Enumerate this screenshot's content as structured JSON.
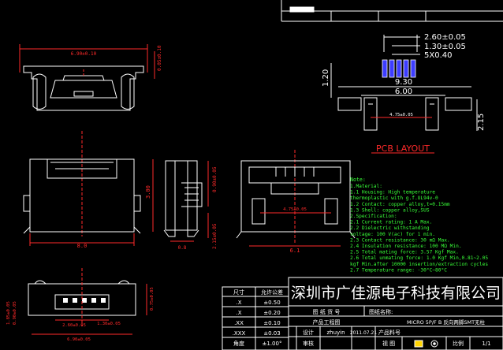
{
  "colors": {
    "background": "#000000",
    "outline": "#ffffff",
    "dimension": "#ff2a2a",
    "pad": "#3d3dff",
    "note": "#38ff38",
    "frame": "#ffffff"
  },
  "top_view": {
    "width_dim": "6.90±0.10",
    "height_dim": "0.05±0.10"
  },
  "pcb": {
    "dims": [
      "2.60±0.05",
      "1.30±0.05",
      "5X0.40"
    ],
    "height_left": "1.20",
    "width_total": "9.30",
    "width_inner": "6.00",
    "center_dim": "4.75±0.05",
    "height_right": "2.15",
    "title": "PCB LAYOUT"
  },
  "front_view": {
    "height_dim": "3.00",
    "width_dim": "8.0"
  },
  "side_view": {
    "dim_a": "0.90±0.05",
    "dim_b": "2.15±0.05",
    "dim_c": "0.8"
  },
  "rear_view": {
    "center_dim": "4.75±0.05",
    "width_dim": "6.1"
  },
  "bottom_view": {
    "left_dims": [
      "1.85±0.05",
      "0.90±0.05"
    ],
    "center_dim": "2.60±0.05",
    "inner_dim": "1.30±0.05",
    "width_dim": "6.90±0.05",
    "right_dim": "0.75±0.05"
  },
  "notes": {
    "heading": "Note:",
    "lines": [
      "1.Material:",
      "  1.1 Housing: High temperature",
      "        thermoplastic with g.f.UL94v-0",
      "  1.2 Contact: copper alloy,t=0.15mm",
      "  1.3 Shell: copper alloy,SUS",
      "2.Specification:",
      "  2.1 Current rating: 1 A Max.",
      "  2.2 Dielectric withstanding",
      "        voltage: 100 V(ac) for 1 min.",
      "  2.3 Contact resistance: 30 mΩ Max.",
      "  2.4 Insulation resistance: 100 MΩ Min.",
      "  2.5 Total mating force: 3.57 Kgf Max.",
      "  2.6 Total unmating force: 1.0 Kgf Min,0.81~2.05",
      "      kgf Min.after 10000 insertion/extraction cycles",
      "  2.7 Temperature range: -30°C~80°C"
    ]
  },
  "tolerance_table": {
    "headers": [
      "尺寸",
      "允许公差"
    ],
    "rows": [
      [
        ".X",
        "±0.50"
      ],
      [
        ".X",
        "±0.20"
      ],
      [
        ".XX",
        "±0.10"
      ],
      [
        ".XXX",
        "±0.03"
      ],
      [
        "角度",
        "±1.00°"
      ]
    ]
  },
  "title_block": {
    "company": "深圳市广佳源电子科技有限公司",
    "drawing_no_label": "图 纸 货 号",
    "drawing_name_label": "图纸名称:",
    "product_label": "产品工程图",
    "product_name": "MICRO 5P/F B 反向两脚SMT无柱",
    "designer_label": "设计",
    "designer": "zhuyin",
    "date": "2011.07.21",
    "part_no_label": "产品料号",
    "review_label": "审核",
    "view_label": "视 图",
    "scale_label": "比例",
    "scale_value": "1/1"
  }
}
